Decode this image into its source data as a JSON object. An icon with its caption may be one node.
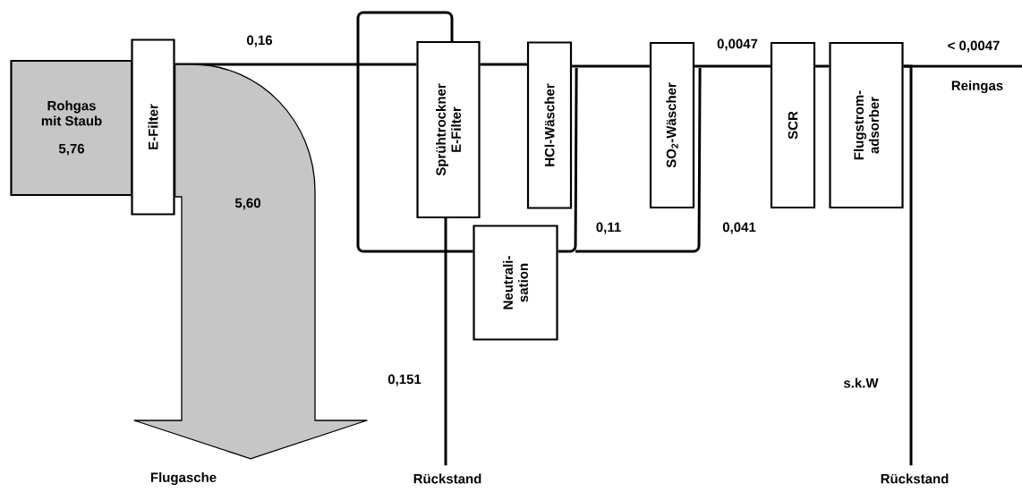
{
  "diagram": {
    "nodes": [
      {
        "text": [
          "Rohgas mit Staub",
          "5,76"
        ]
      },
      {
        "text": [
          "E-Filter"
        ]
      },
      {
        "text": [
          "Sprühtrockner E-Filter"
        ]
      },
      {
        "text": [
          "HCl-Wäscher"
        ]
      },
      {
        "text": [
          "SO$_{2}$-Wäscher"
        ]
      },
      {
        "text": [
          "SCR"
        ]
      },
      {
        "text": [
          "Flugstrom- adsorber"
        ]
      },
      {
        "text": [
          "Neutrali- sation"
        ]
      },
      {
        "text": [
          "Flugasche"
        ]
      },
      {
        "text": [
          "Rückstand"
        ]
      },
      {
        "text": [
          "Rückstand"
        ]
      }
    ],
    "edges": [
      {
        "from": 7,
        "to": 2,
        "arrow": "none"
      },
      {
        "from": 2,
        "to": 9,
        "arrow": "none",
        "label": "0,151"
      },
      {
        "from": 1,
        "to": 2,
        "arrow": "none",
        "label": "0,16"
      },
      {
        "from": 2,
        "to": 3,
        "arrow": "none"
      },
      {
        "from": 3,
        "to": 4,
        "arrow": "none"
      },
      {
        "from": 4,
        "to": 5,
        "arrow": "none",
        "label": "0,0047"
      },
      {
        "from": 5,
        "to": 6,
        "arrow": "none"
      },
      {
        "from": 6,
        "to": null,
        "arrow": "none",
        "label": "< 0,0047"
      },
      {
        "from": 3,
        "to": 7,
        "arrow": "none",
        "label": "0,11"
      },
      {
        "from": 4,
        "to": 7,
        "arrow": "none",
        "label": "0,041"
      },
      {
        "from": 6,
        "to": 10,
        "arrow": "none",
        "label": "s.k.W"
      },
      {
        "from": 1,
        "to": 8,
        "arrow": "to",
        "label": "5,60"
      }
    ],
    "labels": [
      "Reingas"
    ]
  }
}
